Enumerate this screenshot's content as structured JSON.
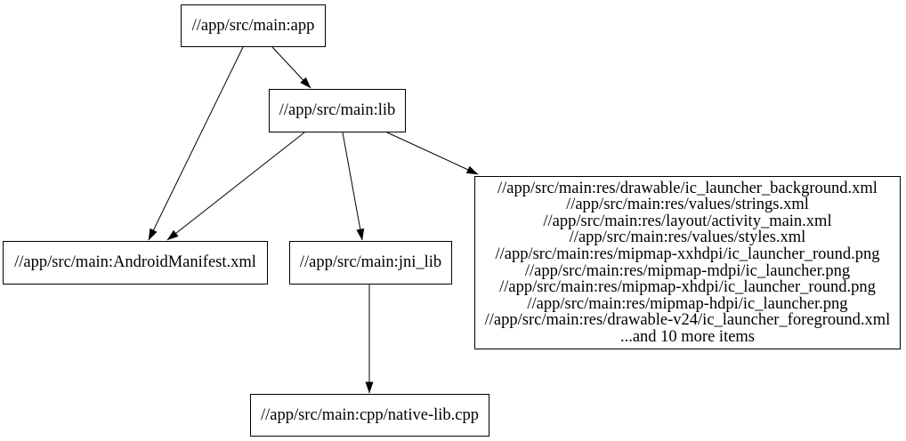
{
  "diagram": {
    "type": "dependency-graph",
    "colors": {
      "background": "#ffffff",
      "node_border": "#000000",
      "edge": "#000000",
      "text": "#000000"
    },
    "nodes": {
      "app": {
        "label": "//app/src/main:app"
      },
      "lib": {
        "label": "//app/src/main:lib"
      },
      "android_manifest": {
        "label": "//app/src/main:AndroidManifest.xml"
      },
      "jni_lib": {
        "label": "//app/src/main:jni_lib"
      },
      "resources": {
        "lines": [
          "//app/src/main:res/drawable/ic_launcher_background.xml",
          "//app/src/main:res/values/strings.xml",
          "//app/src/main:res/layout/activity_main.xml",
          "//app/src/main:res/values/styles.xml",
          "//app/src/main:res/mipmap-xxhdpi/ic_launcher_round.png",
          "//app/src/main:res/mipmap-mdpi/ic_launcher.png",
          "//app/src/main:res/mipmap-xhdpi/ic_launcher_round.png",
          "//app/src/main:res/mipmap-hdpi/ic_launcher.png",
          "//app/src/main:res/drawable-v24/ic_launcher_foreground.xml",
          "...and 10 more items"
        ]
      },
      "native_lib_cpp": {
        "label": "//app/src/main:cpp/native-lib.cpp"
      }
    },
    "edges": [
      {
        "from": "app",
        "to": "lib"
      },
      {
        "from": "app",
        "to": "android_manifest"
      },
      {
        "from": "lib",
        "to": "android_manifest"
      },
      {
        "from": "lib",
        "to": "jni_lib"
      },
      {
        "from": "lib",
        "to": "resources"
      },
      {
        "from": "jni_lib",
        "to": "native_lib_cpp"
      }
    ]
  }
}
